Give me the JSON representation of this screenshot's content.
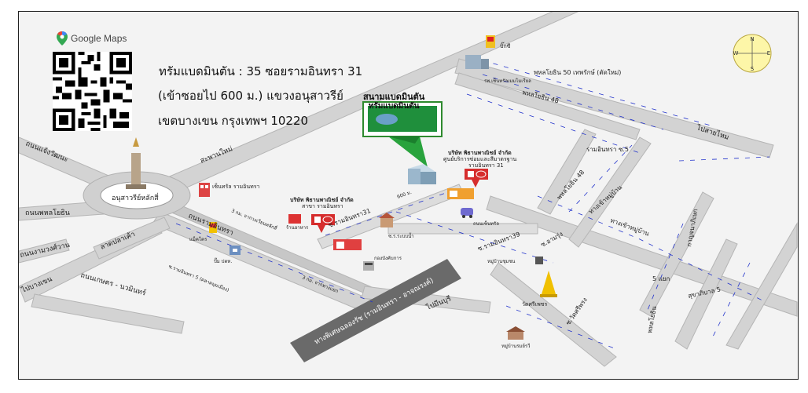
{
  "map": {
    "brand": "Google Maps",
    "address": {
      "line1": "ทรัมแบดมินตัน : 35 ซอยรามอินทรา 31",
      "line2": "(เข้าซอยไป 600 ม.) แขวงอนุสาวรีย์",
      "line3": "เขตบางเขน กรุงเทพฯ 10220"
    },
    "venue": {
      "title": "สนามแบดมินตัน",
      "subtitle": "ทรัมแบดมินตัน"
    },
    "compass": {
      "n": "N",
      "e": "E",
      "s": "S",
      "w": "W"
    },
    "labels": {
      "monument": "อนุสาวรีย์หลักสี่",
      "road_chaengwattana": "ถนนแจ้งวัฒนะ",
      "road_sapanmai": "สะพานใหม่",
      "road_phahonyothin": "ถนนพหลโยธิน",
      "road_ladplakhao": "ลาดปลาเค้า",
      "road_ramintra": "ถนนรามอินทรา",
      "road_ngamwongwan": "ถนนงามวงศ์วาน",
      "road_kaset_nawamin": "ถนนเกษตร - นวมินทร์",
      "road_bangkhen": "ไปบางเขน",
      "express_road": "ทางพิเศษฉลองรัช (รามอินทรา - อาจณรงค์)",
      "minburi": "ไปมีนบุรี",
      "phahon50": "พหลโยธิน 50  เทพรักษ์ (ตัดใหม่)",
      "phahon48a": "พหลโยธิน 48",
      "phahon48b": "พหลโยธิน 48",
      "saimai": "ไปสายไหม",
      "ramintra5": "รามอินทรา ซ.5",
      "tang_khubon_a": "ทางเข้าหมู่บ้าน",
      "tang_khubon_b": "ทางเข้าหมู่บ้าน",
      "soi_ramintra31": "ซ.รามอินทรา31",
      "soi_ramintra39": "ซ.รามอินทรา39",
      "soi_amrut": "ซ.อามรุ่ง",
      "soi_watsriprong": "ซ.วัดศรีพรง",
      "sukhapiban5": "สุขาภิบาล 5",
      "five_yaek": "5 แยก",
      "phahonyothin_right": "พหลโยธิน",
      "wat_phra_ngam": "วัดศรีเพชร",
      "ramintra_km": "ซ.รามอินทรา 5 (ตลาดมุมเมือง)",
      "pumpkin": "ปั๊ม ปตท.",
      "km3": "3 กม. จากวงเวียนหลักสี่",
      "km3b": "3 กม. จากทางแยก",
      "central": "เซ็นทรัล รามอินทรา",
      "toyota_a": "บริษัท พิธานพาณิชย์ จำกัด",
      "toyota_a2": "สาขา รามอินทรา",
      "toyota_b": "บริษัท พิธานพาณิชย์ จำกัด",
      "toyota_b2": "ศูนย์บริการซ่อมและสีมาตรฐาน",
      "toyota_b3": "รามอินทรา 31",
      "makro": "แม็คโคร",
      "lotus": "ถนนเซ็นทรัล",
      "hospital": "รพ.เซ็นทรัลเมมโมเรียล",
      "bigc": "บิ๊กซี",
      "seven": "ร้านอาหาร",
      "police": "กองบังคับการ",
      "school": "หมู่บ้านชุมชน",
      "mall_sml": "หมู่บ้านรมย์รวี",
      "distance": "600 ม.",
      "ramintra_soi": "ซ.ร.ระบบน้ำ",
      "kanchanaphisek": "กาญจนาภิเษก"
    }
  }
}
